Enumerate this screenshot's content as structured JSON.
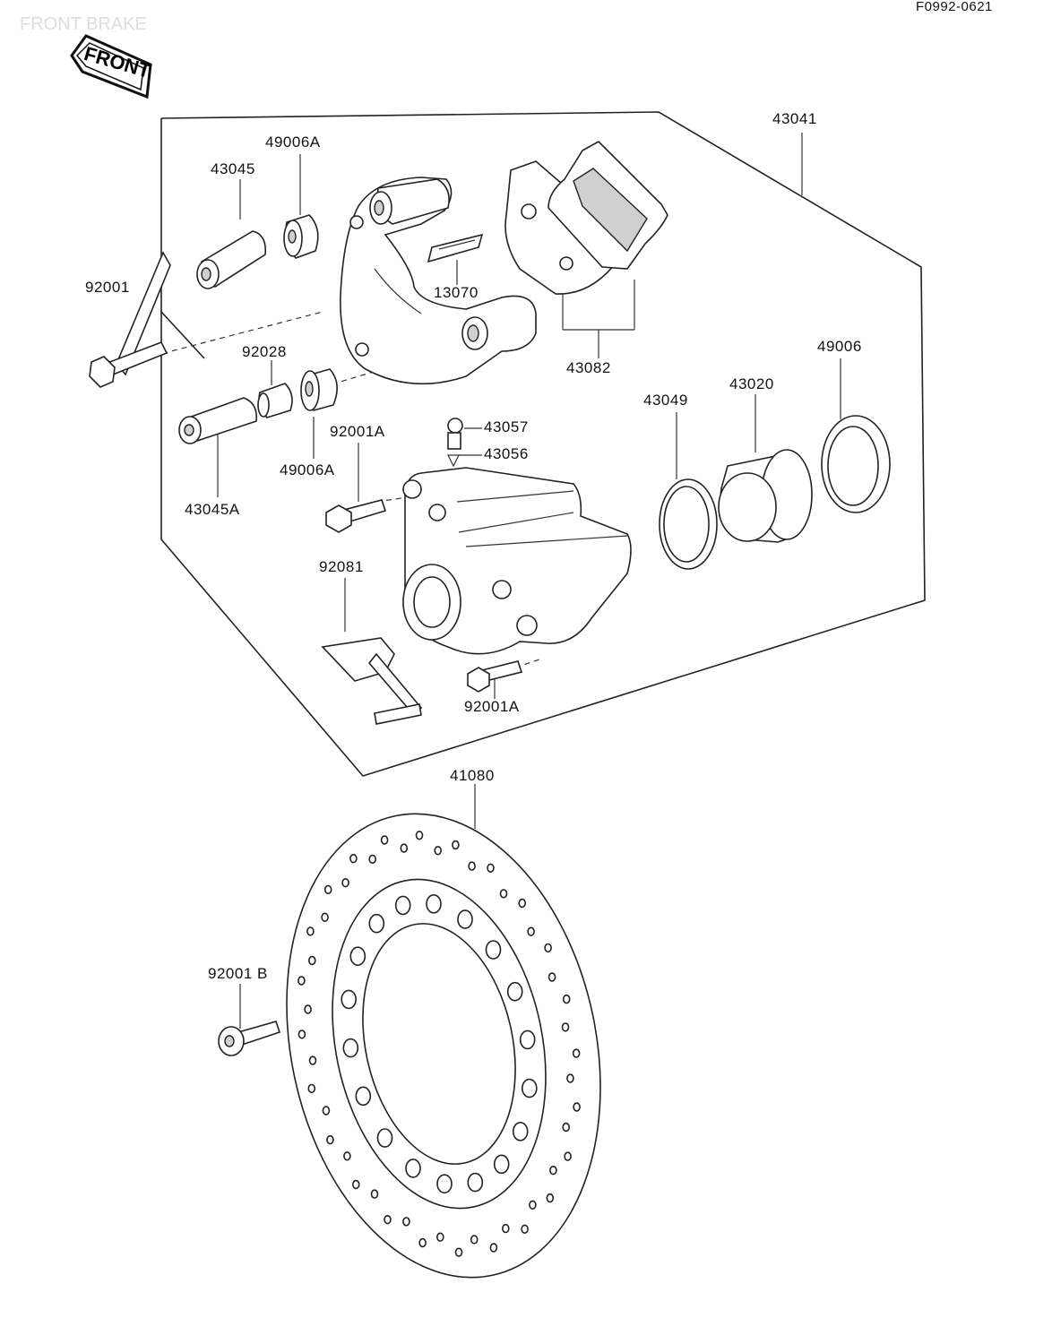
{
  "diagram": {
    "header_title": "FRONT BRAKE",
    "header_code": "F0992-0621",
    "front_marker": "FRONT",
    "labels": {
      "p43041": "43041",
      "p49006A_top": "49006A",
      "p43045": "43045",
      "p13070": "13070",
      "p92001": "92001",
      "p43082": "43082",
      "p92028": "92028",
      "p49006": "49006",
      "p43049": "43049",
      "p43020": "43020",
      "p92001A_mid": "92001A",
      "p43057": "43057",
      "p43056": "43056",
      "p49006A_low": "49006A",
      "p43045A": "43045A",
      "p92081": "92081",
      "p92001A_low": "92001A",
      "p41080": "41080",
      "p92001B": "92001 B"
    }
  }
}
